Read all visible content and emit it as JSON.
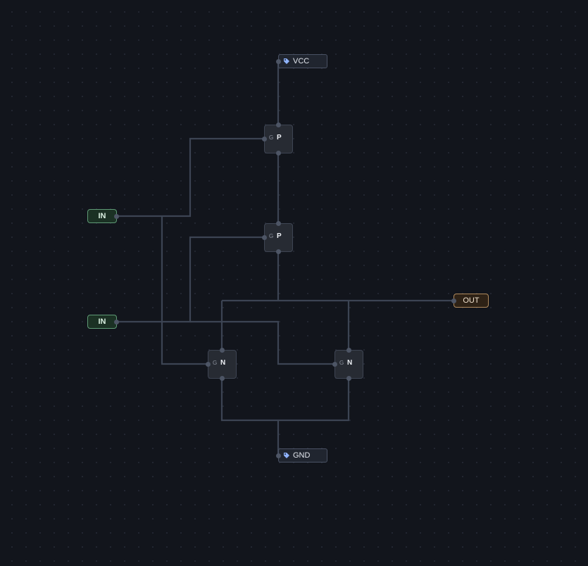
{
  "diagram": {
    "nodes": {
      "vcc": {
        "label": "VCC",
        "kind": "power-rail"
      },
      "gnd": {
        "label": "GND",
        "kind": "ground-rail"
      },
      "in_a": {
        "label": "IN",
        "kind": "input"
      },
      "in_b": {
        "label": "IN",
        "kind": "input"
      },
      "out": {
        "label": "OUT",
        "kind": "output"
      },
      "p1": {
        "type_label": "P",
        "gate_label": "G"
      },
      "p2": {
        "type_label": "P",
        "gate_label": "G"
      },
      "n1": {
        "type_label": "N",
        "gate_label": "G"
      },
      "n2": {
        "type_label": "N",
        "gate_label": "G"
      }
    },
    "colors": {
      "background": "#12151c",
      "wire": "#3c4453",
      "input_border": "#5f9a76",
      "output_border": "#b08a5d",
      "rail_icon": "#8fb3ff"
    }
  }
}
